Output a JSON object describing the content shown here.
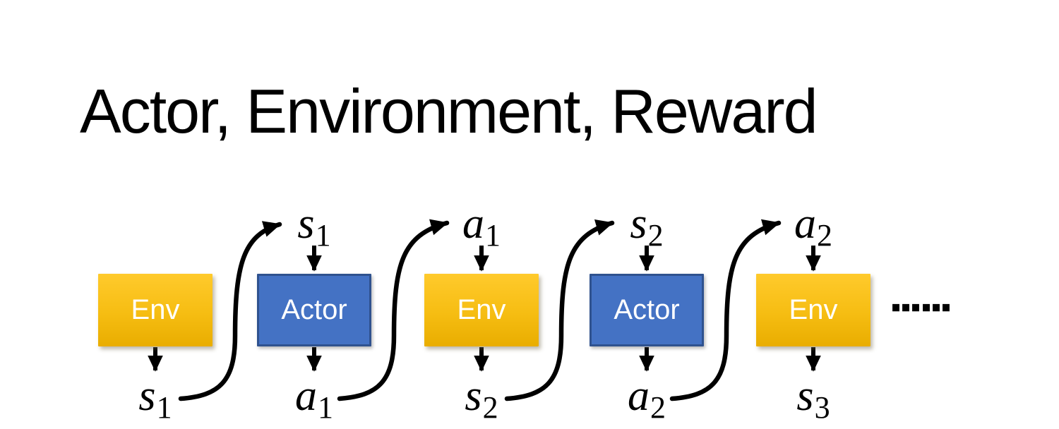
{
  "slide": {
    "title": "Actor, Environment, Reward"
  },
  "diagram": {
    "boxes": [
      {
        "id": "env-1",
        "label": "Env"
      },
      {
        "id": "actor-1",
        "label": "Actor"
      },
      {
        "id": "env-2",
        "label": "Env"
      },
      {
        "id": "actor-2",
        "label": "Actor"
      },
      {
        "id": "env-3",
        "label": "Env"
      }
    ],
    "top_labels": [
      {
        "var": "s",
        "sub": "1"
      },
      {
        "var": "a",
        "sub": "1"
      },
      {
        "var": "s",
        "sub": "2"
      },
      {
        "var": "a",
        "sub": "2"
      }
    ],
    "bottom_labels": [
      {
        "var": "s",
        "sub": "1"
      },
      {
        "var": "a",
        "sub": "1"
      },
      {
        "var": "s",
        "sub": "2"
      },
      {
        "var": "a",
        "sub": "2"
      },
      {
        "var": "s",
        "sub": "3"
      }
    ],
    "ellipsis": "……",
    "colors": {
      "title_text": "#000000",
      "env_gradient_top": "#FFCA2C",
      "env_gradient_bottom": "#E9AD00",
      "actor_fill": "#4472C4",
      "actor_border": "#2F528F",
      "box_text": "#FFFFFF",
      "arrow": "#000000"
    }
  }
}
